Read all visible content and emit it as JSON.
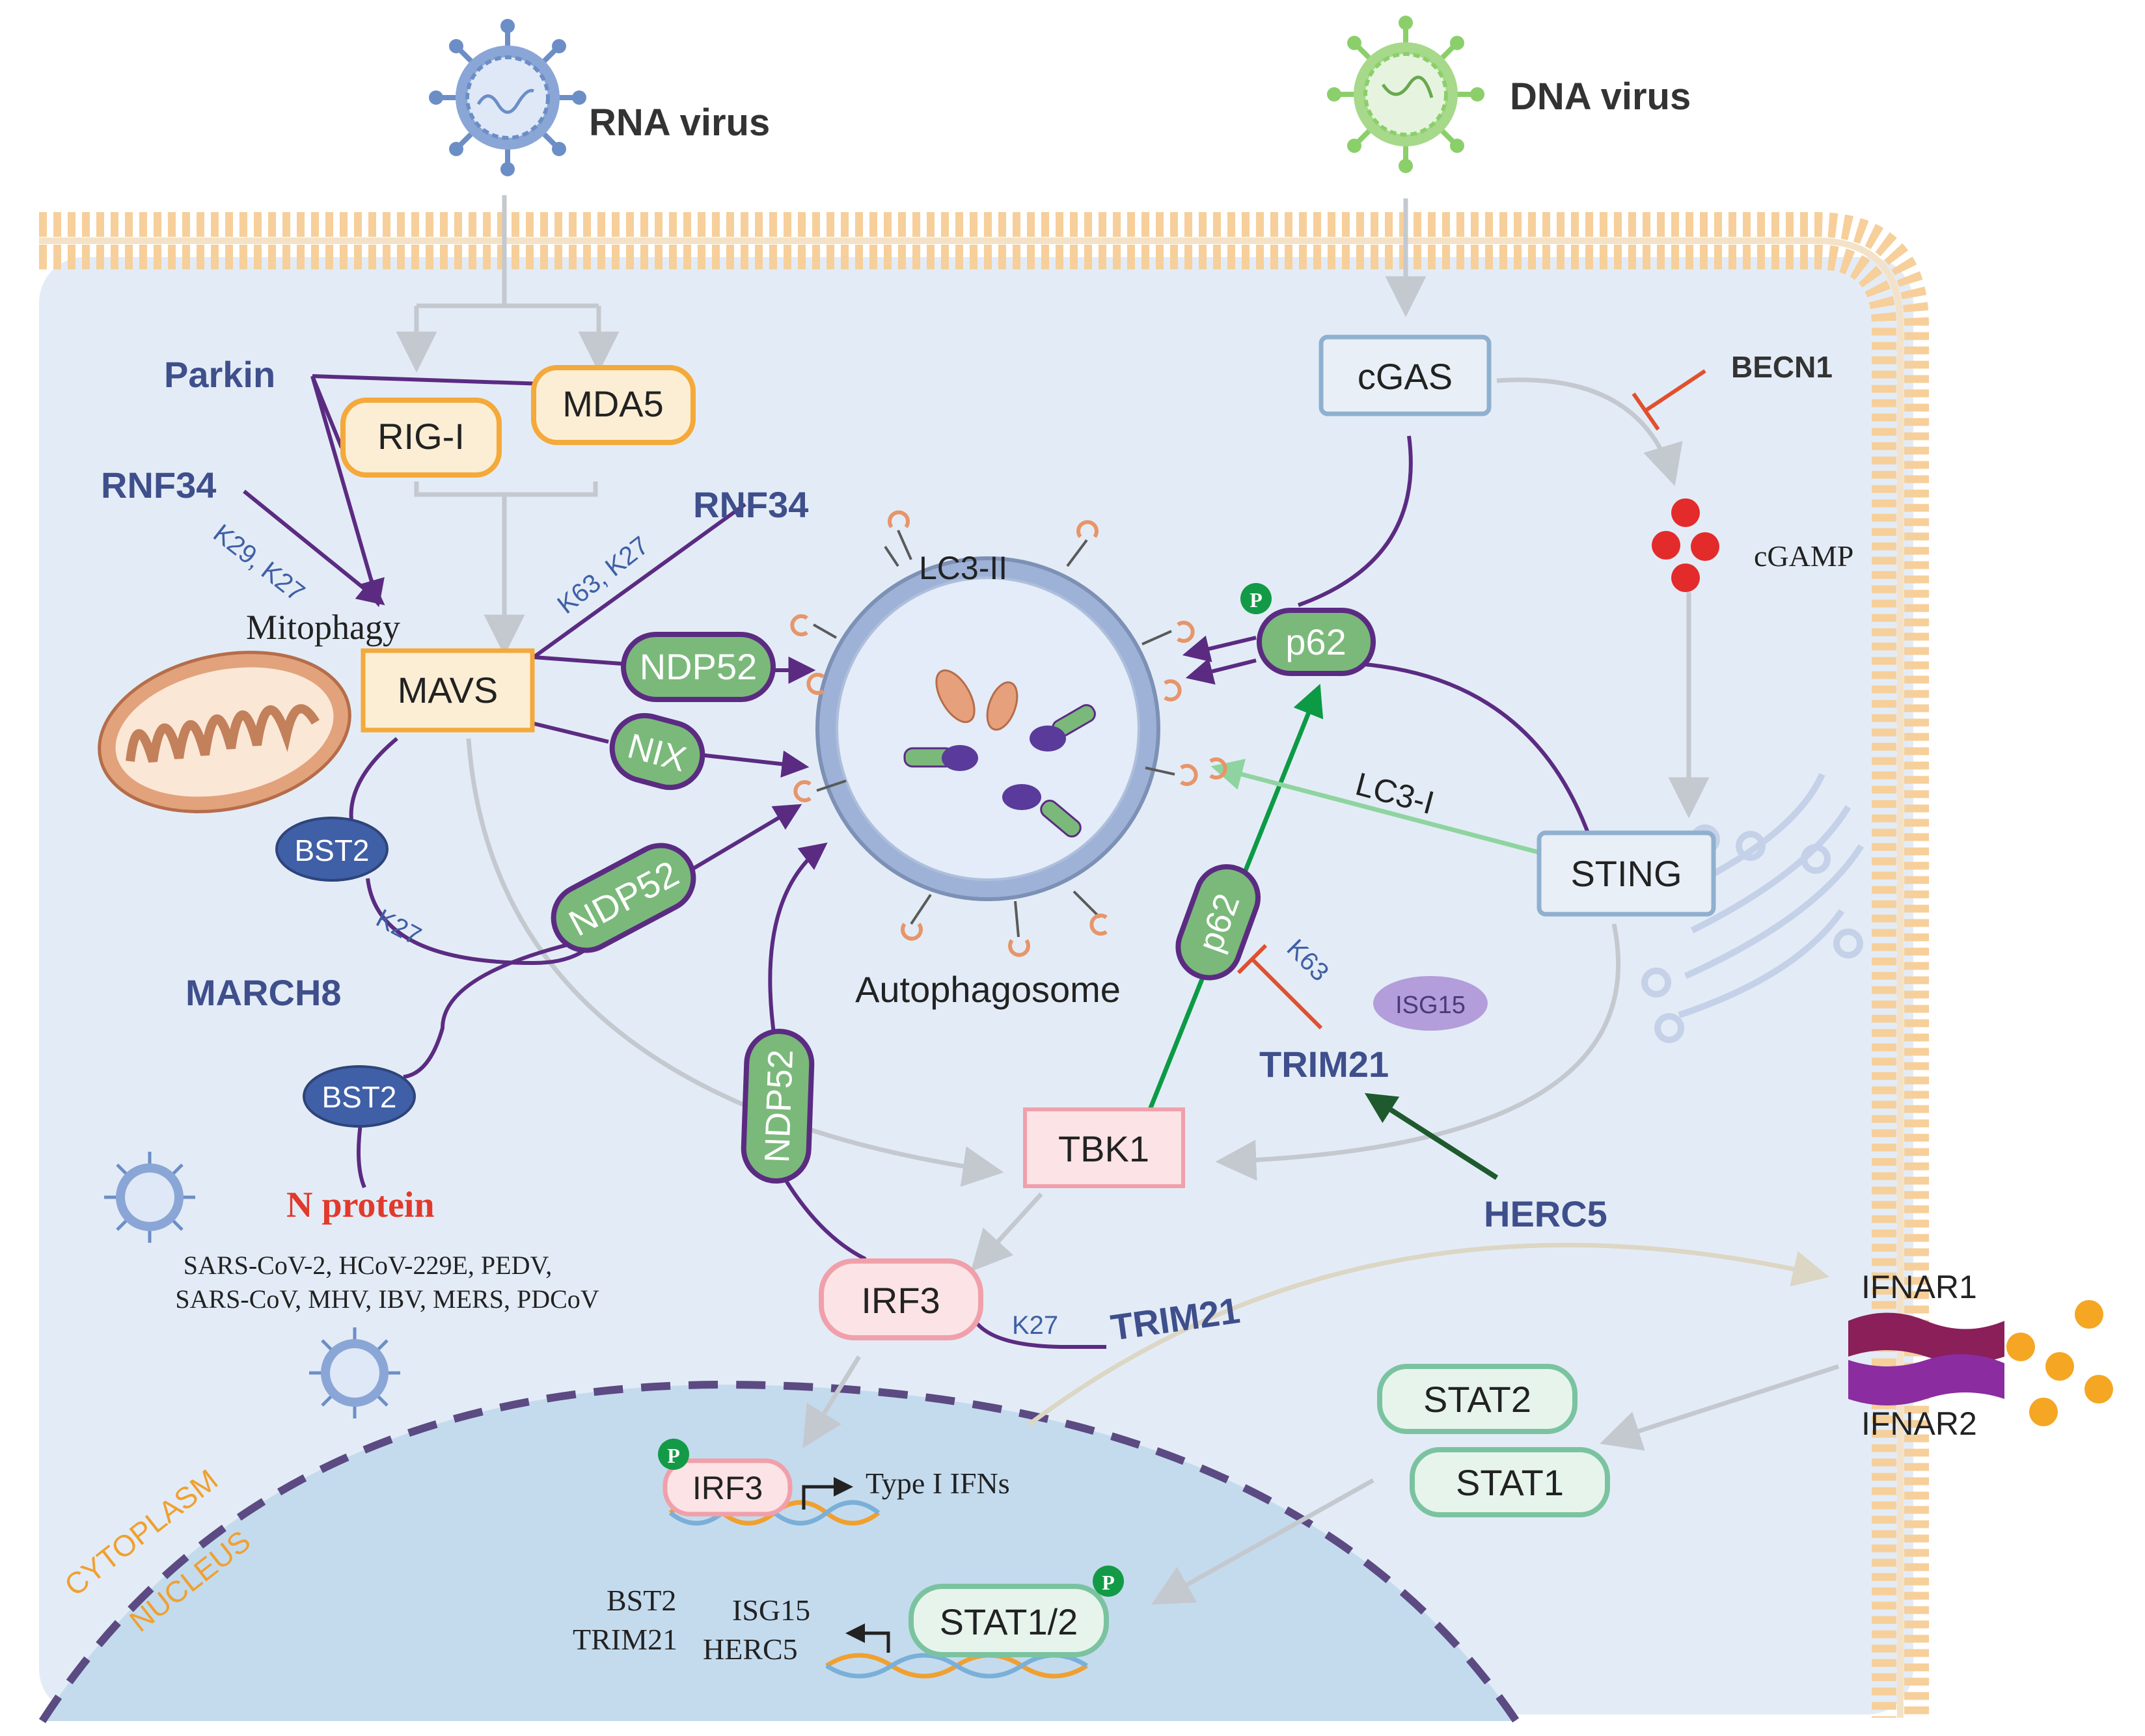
{
  "viruses": {
    "rna": "RNA virus",
    "dna": "DNA virus"
  },
  "proteins": {
    "parkin": "Parkin",
    "rig_i": "RIG-I",
    "mda5": "MDA5",
    "rnf34_left": "RNF34",
    "rnf34_right": "RNF34",
    "mitophagy": "Mitophagy",
    "mavs": "MAVS",
    "ndp52_top": "NDP52",
    "nix": "NIX",
    "bst2_upper": "BST2",
    "ndp52_mid": "NDP52",
    "march8": "MARCH8",
    "bst2_lower": "BST2",
    "n_protein": "N protein",
    "coronaviruses_line1": "SARS-CoV-2, HCoV-229E, PEDV,",
    "coronaviruses_line2": "SARS-CoV, MHV, IBV, MERS, PDCoV",
    "lc3_ii": "LC3-II",
    "autophagosome": "Autophagosome",
    "cgas": "cGAS",
    "becn1": "BECN1",
    "cgamp": "cGAMP",
    "p62_top": "p62",
    "lc3_i": "LC3-I",
    "sting": "STING",
    "p62_mid": "p62",
    "isg15": "ISG15",
    "trim21_mid": "TRIM21",
    "herc5": "HERC5",
    "tbk1": "TBK1",
    "ndp52_low": "NDP52",
    "irf3": "IRF3",
    "trim21_low": "TRIM21",
    "ifnar1": "IFNAR1",
    "ifnar2": "IFNAR2",
    "stat2": "STAT2",
    "stat1": "STAT1",
    "irf3_p": "IRF3",
    "type1_ifns": "Type I IFNs",
    "stat12": "STAT1/2",
    "bst2_gene": "BST2",
    "trim21_gene": "TRIM21",
    "isg15_gene": "ISG15",
    "herc5_gene": "HERC5",
    "cytoplasm": "CYTOPLASM",
    "nucleus": "NUCLEUS",
    "phospho": "P"
  },
  "ubiquitin_labels": {
    "k29_k27": "K29, K27",
    "k63_k27": "K63, K27",
    "k27_bst2": "K27",
    "k63": "K63",
    "k27_irf3": "K27"
  },
  "colors": {
    "cytoplasm_fill": "#e3ecf6",
    "nucleus_fill": "#c4dbee",
    "membrane": "#f3c78f",
    "purple_arrow": "#5b2b82",
    "label_blue": "#3f4f8c",
    "green_box": "#7ab97a",
    "green_arrow": "#0c9a45",
    "red_text": "#e13a2c",
    "orange_text": "#f0a030"
  }
}
